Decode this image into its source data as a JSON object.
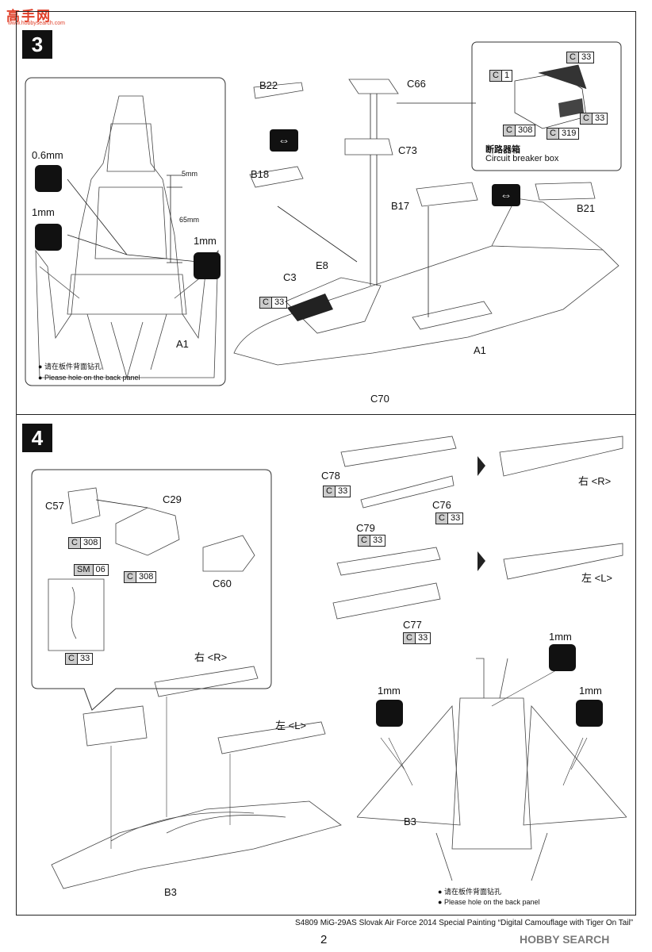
{
  "watermark": {
    "text": "高手网",
    "sub": "www.hobbysearch.com"
  },
  "step3": {
    "number": "3",
    "parts": {
      "b22": "B22",
      "c66": "C66",
      "c73": "C73",
      "b18": "B18",
      "b17": "B17",
      "b21": "B21",
      "c3": "C3",
      "e8": "E8",
      "c70": "C70",
      "a1_main": "A1",
      "a1_inset": "A1"
    },
    "part_ref_c33": {
      "prefix": "C",
      "num": "33"
    },
    "drill": {
      "d1": "0.6mm",
      "d2": "1mm",
      "d3": "1mm"
    },
    "dims": {
      "dim1": "5mm",
      "dim2": "65mm"
    },
    "notes": {
      "zh": "请在板件背面钻孔",
      "en": "Please hole on the back panel"
    },
    "circuit_breaker": {
      "title_zh": "断路器箱",
      "title_en": "Circuit breaker box",
      "refs": [
        {
          "prefix": "C",
          "num": "1"
        },
        {
          "prefix": "C",
          "num": "33"
        },
        {
          "prefix": "C",
          "num": "33"
        },
        {
          "prefix": "C",
          "num": "308"
        },
        {
          "prefix": "C",
          "num": "319"
        }
      ]
    }
  },
  "step4": {
    "number": "4",
    "inset": {
      "c57": "C57",
      "c29": "C29",
      "c60": "C60",
      "ref_c308a": {
        "prefix": "C",
        "num": "308"
      },
      "ref_c308b": {
        "prefix": "C",
        "num": "308"
      },
      "ref_sm06": {
        "prefix": "SM",
        "num": "06"
      },
      "ref_c33": {
        "prefix": "C",
        "num": "33"
      }
    },
    "right_parts": {
      "c78": "C78",
      "c76": "C76",
      "c79": "C79",
      "c77": "C77",
      "ref_c78": {
        "prefix": "C",
        "num": "33"
      },
      "ref_c76": {
        "prefix": "C",
        "num": "33"
      },
      "ref_c79": {
        "prefix": "C",
        "num": "33"
      },
      "ref_c77": {
        "prefix": "C",
        "num": "33"
      },
      "right_label": "右 <R>",
      "left_label": "左 <L>"
    },
    "lower_left": {
      "right_label": "右 <R>",
      "left_label": "左 <L>",
      "b3": "B3"
    },
    "lower_right": {
      "drill_top": "1mm",
      "drill_left": "1mm",
      "drill_right": "1mm",
      "b3": "B3"
    },
    "notes": {
      "zh": "请在板件背面钻孔",
      "en": "Please hole on the back panel"
    }
  },
  "footer": {
    "text": "S4809 MiG-29AS  Slovak Air Force 2014 Special Painting “Digital Camouflage with Tiger On Tail”",
    "page": "2",
    "brand": "HOBBY SEARCH"
  }
}
